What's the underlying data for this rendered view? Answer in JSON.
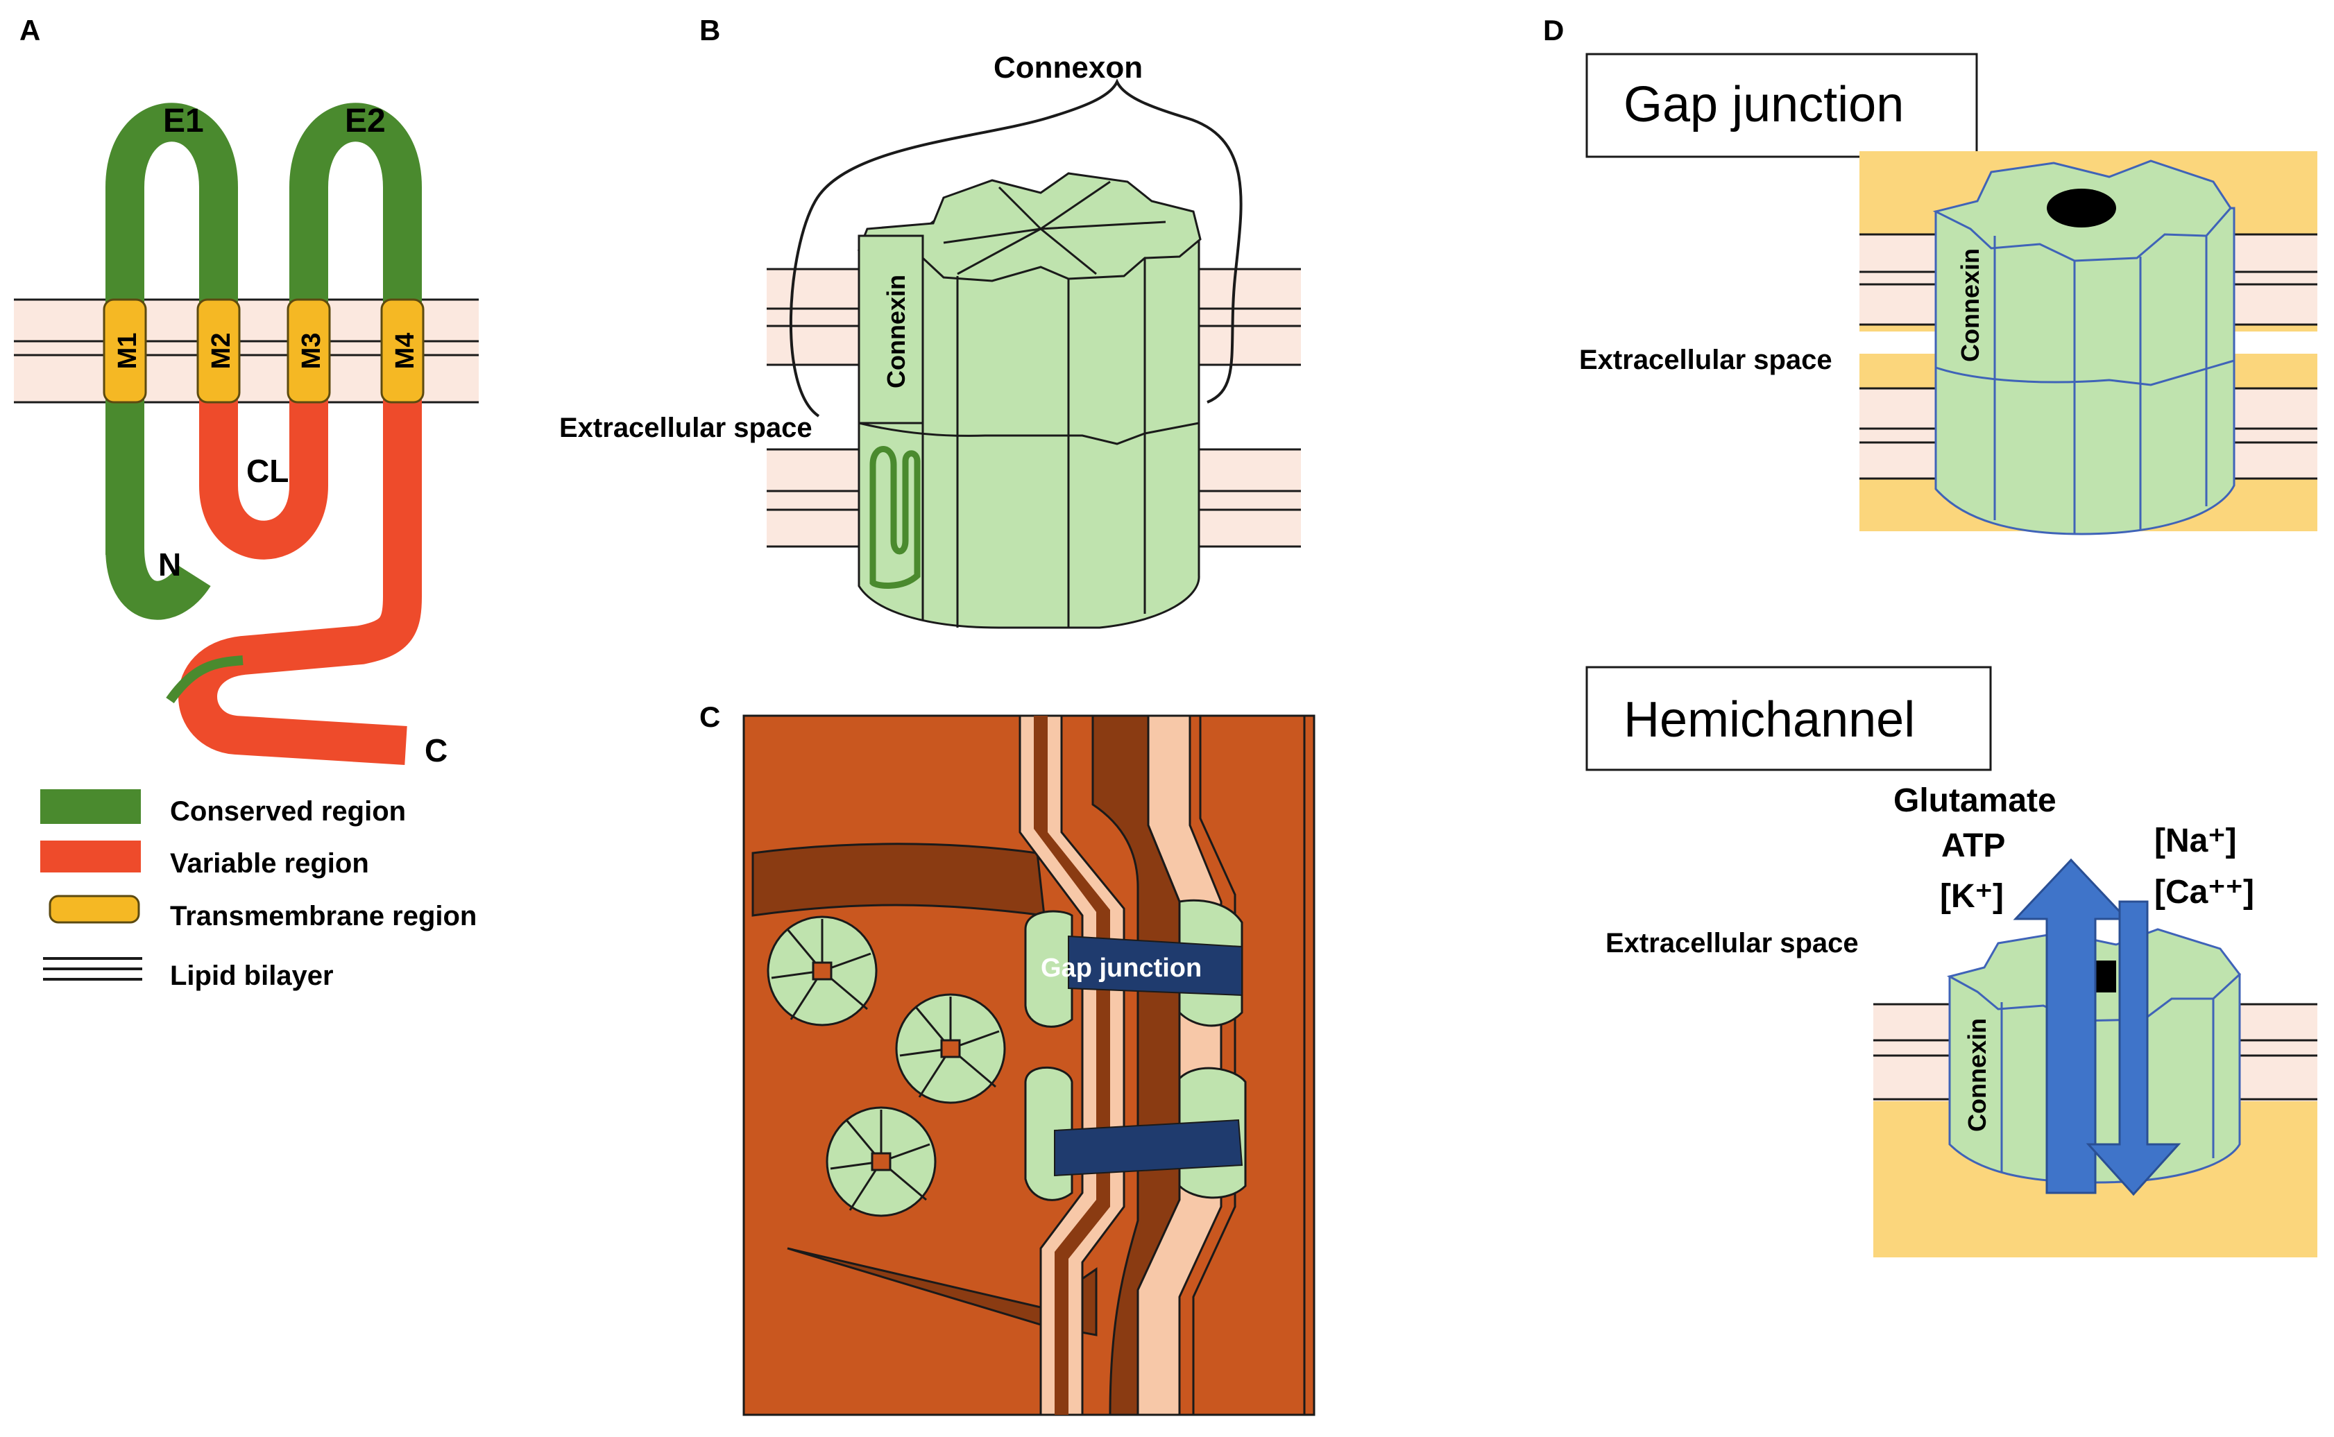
{
  "panels": {
    "a": {
      "letter": "A",
      "loops": {
        "e1": "E1",
        "e2": "E2"
      },
      "segments": [
        "M1",
        "M2",
        "M3",
        "M4"
      ],
      "cl": "CL",
      "n_term": "N",
      "c_term": "C",
      "legend": [
        {
          "label": "Conserved region",
          "color": "#4a8a2e"
        },
        {
          "label": "Variable region",
          "color": "#ee4b2b"
        },
        {
          "label": "Transmembrane region",
          "color": "#f5b824"
        },
        {
          "label": "Lipid bilayer",
          "color": "#1a1a1a"
        }
      ]
    },
    "b": {
      "letter": "B",
      "connexon": "Connexon",
      "connexin": "Connexin",
      "extracellular": "Extracellular space"
    },
    "c": {
      "letter": "C",
      "gap_junction": "Gap junction"
    },
    "d": {
      "letter": "D",
      "gap_junction_title": "Gap junction",
      "extracellular_top": "Extracellular space",
      "connexin_top": "Connexin",
      "hemichannel_title": "Hemichannel",
      "efflux": [
        "Glutamate",
        "ATP",
        "[K⁺]"
      ],
      "influx": [
        "[Na⁺]",
        "[Ca⁺⁺]"
      ],
      "extracellular_bottom": "Extracellular space",
      "connexin_bottom": "Connexin"
    }
  },
  "colors": {
    "conserved": "#4a8a2e",
    "variable": "#ee4b2b",
    "transmembrane": "#f5b824",
    "membrane": "#fbe8df",
    "connexin": "#bfe3ae",
    "cell_cytoplasm": "#c9571f",
    "cell_dark": "#8a3b12",
    "cytoplasm_d": "#fbd67c",
    "arrow": "#3f74c9"
  }
}
